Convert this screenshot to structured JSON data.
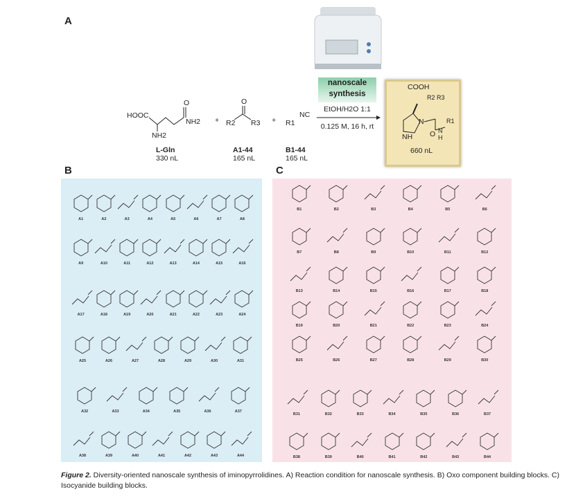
{
  "panels": {
    "a": "A",
    "b": "B",
    "c": "C"
  },
  "reaction": {
    "lgln": {
      "formula_left": "HOOC",
      "formula_right": "NH2",
      "amine": "NH2",
      "name": "L-Gln",
      "volume": "330 nL"
    },
    "plus": "+",
    "oxo": {
      "r2": "R2",
      "r3": "R3",
      "o": "O",
      "name": "A1-44",
      "volume": "165 nL"
    },
    "iso": {
      "r1": "R1",
      "nc": "NC",
      "name": "B1-44",
      "volume": "165 nL"
    },
    "conditions": {
      "line1": "nanoscale",
      "line2": "synthesis",
      "solvent": "EtOH/H2O 1:1",
      "params": "0.125 M, 16 h, rt"
    },
    "product": {
      "cooh": "COOH",
      "r2r3": "R2 R3",
      "n": "N",
      "nh_amide": "N H",
      "r1": "R1",
      "imine": "NH",
      "o": "O",
      "volume": "660 nL"
    }
  },
  "oxo_rows": [
    [
      "A1",
      "A2",
      "A3",
      "A4",
      "A5",
      "A6",
      "A7",
      "A8"
    ],
    [
      "A9",
      "A10",
      "A11",
      "A12",
      "A13",
      "A14",
      "A15",
      "A16"
    ],
    [
      "A17",
      "A18",
      "A19",
      "A20",
      "A21",
      "A22",
      "A23",
      "A24"
    ],
    [
      "A25",
      "A26",
      "A27",
      "A28",
      "A29",
      "A30",
      "A31"
    ],
    [
      "A32",
      "A33",
      "A34",
      "A35",
      "A36",
      "A37"
    ],
    [
      "A38",
      "A39",
      "A40",
      "A41",
      "A42",
      "A43",
      "A44"
    ]
  ],
  "iso_rows": [
    [
      "B1",
      "B2",
      "B3",
      "B4",
      "B5",
      "B6"
    ],
    [
      "B7",
      "B8",
      "B9",
      "B10",
      "B11",
      "B12"
    ],
    [
      "B13",
      "B14",
      "B15",
      "B16",
      "B17",
      "B18"
    ],
    [
      "B19",
      "B20",
      "B21",
      "B22",
      "B23",
      "B24"
    ],
    [
      "B25",
      "B26",
      "B27",
      "B28",
      "B29",
      "B30"
    ],
    [
      "B31",
      "B32",
      "B33",
      "B34",
      "B35",
      "B36",
      "B37"
    ],
    [
      "B38",
      "B39",
      "B40",
      "B41",
      "B42",
      "B43",
      "B44"
    ]
  ],
  "caption": {
    "fig": "Figure 2.",
    "text": " Diversity-oriented nanoscale synthesis of iminopyrrolidines. A) Reaction condition for nanoscale synthesis. B) Oxo component building blocks. C) Isocyanide building blocks."
  }
}
